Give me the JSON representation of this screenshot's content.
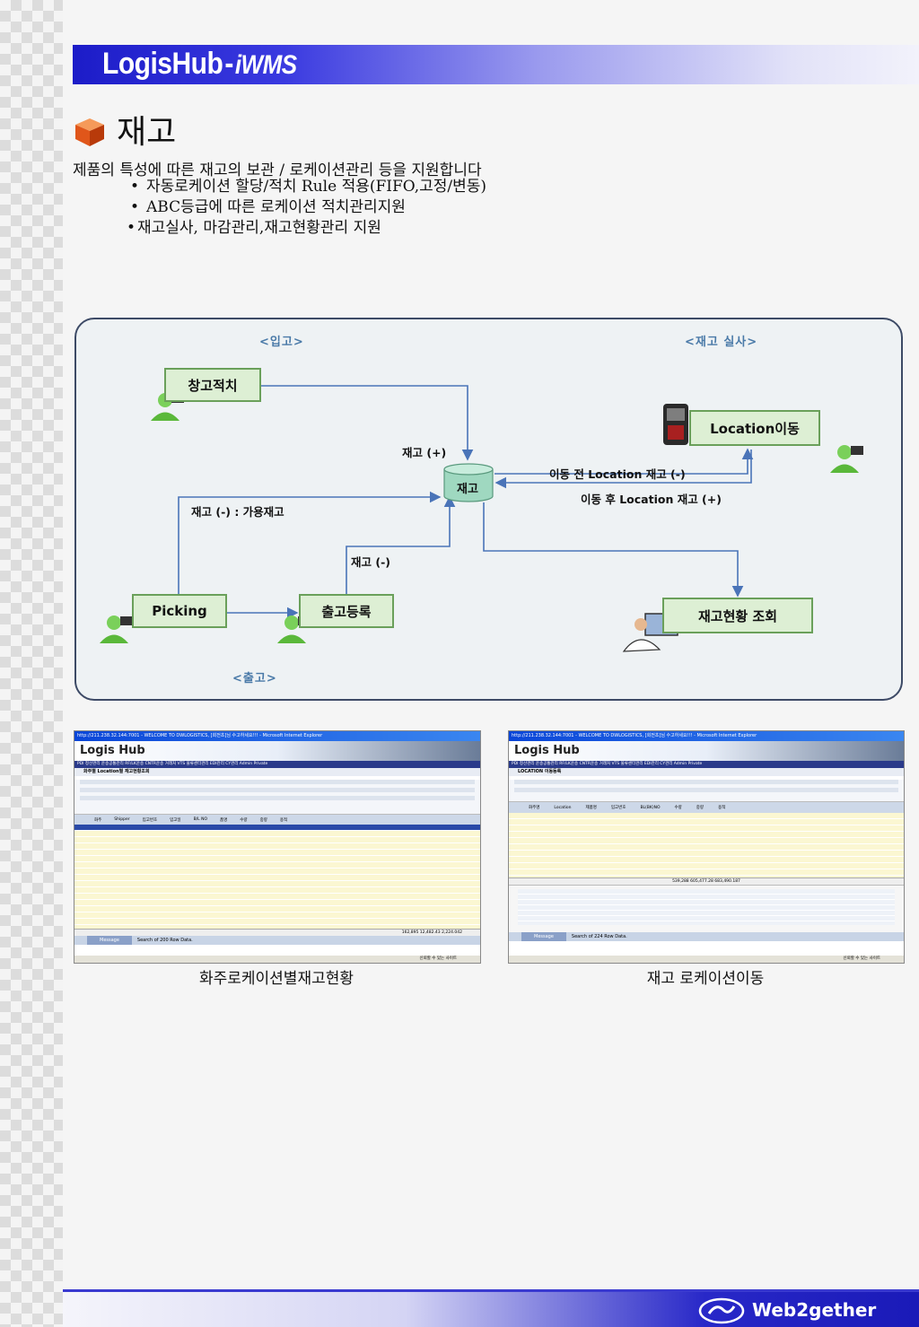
{
  "header": {
    "brand": "LogisHub",
    "separator": "-",
    "product": "iWMS"
  },
  "section": {
    "title": "재고",
    "intro": "제품의 특성에 따른 재고의 보관 / 로케이션관리 등을 지원합니다",
    "bullets": [
      "자동로케이션 할당/적치 Rule 적용(FIFO,고정/변동)",
      "ABC등급에 따른 로케이션 적치관리지원",
      "재고실사, 마감관리,재고현황관리 지원"
    ]
  },
  "diagram": {
    "labels": {
      "inbound": "<입고>",
      "stocktake": "<재고 실사>",
      "outbound": "<출고>"
    },
    "boxes": {
      "putaway": "창고적치",
      "location_move": "Location이동",
      "inventory": "재고",
      "picking": "Picking",
      "shipment_register": "출고등록",
      "inventory_inquiry": "재고현황 조회"
    },
    "flows": {
      "stock_plus": "재고 (+)",
      "before_move": "이동 전 Location 재고 (-)",
      "after_move": "이동 후 Location 재고 (+)",
      "available_minus": "재고 (-) : 가용재고",
      "stock_minus": "재고 (-)"
    }
  },
  "screenshots": [
    {
      "caption": "화주로케이션별재고현황",
      "titlebar": "http://211.238.32.144:7001 - WELCOME TO DWLOGISTICS, [회전초]님 수고하세요!!! - Microsoft Internet Explorer",
      "logo": "Logis Hub",
      "menu": "PDI  정산관리  운송공통관리  RF/LK운송  CNTR운송  거래처  VTS  물류센터관리  EDI관리  CY관리  Admin  Private",
      "screen_title": "화주별 Location별 재고현황조회",
      "message_label": "Message",
      "message_text": "Search of 200 Row Data.",
      "status_text": "신뢰할 수 있는 사이트",
      "columns": [
        "화주",
        "Shipper",
        "입고번호",
        "입고일",
        "B/L NO",
        "품명",
        "수량",
        "중량",
        "용적"
      ],
      "total_row": "162,895  12,482.43  2,224.042"
    },
    {
      "caption": "재고 로케이션이동",
      "titlebar": "http://211.238.32.144:7001 - WELCOME TO DWLOGISTICS, [회전초]님 수고하세요!!! - Microsoft Internet Explorer",
      "logo": "Logis Hub",
      "menu": "PDI  정산관리  운송공통관리  RF/LK운송  CNTR운송  거래처  VTS  물류센터관리  EDI관리  CY관리  Admin  Private",
      "screen_title": "LOCATION 이동등록",
      "message_label": "Message",
      "message_text": "Search of 224 Row Data.",
      "status_text": "신뢰할 수 있는 사이트",
      "columns": [
        "화주명",
        "Location",
        "제품명",
        "입고번호",
        "BL(BK)NO",
        "수량",
        "중량",
        "용적"
      ],
      "total_row": "539,288  605,477.28  683,490.187"
    }
  ],
  "footer": {
    "brand": "Web2gether"
  },
  "colors": {
    "header_blue": "#1c1cc8",
    "box_fill": "#ddefd4",
    "box_border": "#6aa05a",
    "arrow": "#4a74b8",
    "diagram_border": "#3d4a66"
  }
}
